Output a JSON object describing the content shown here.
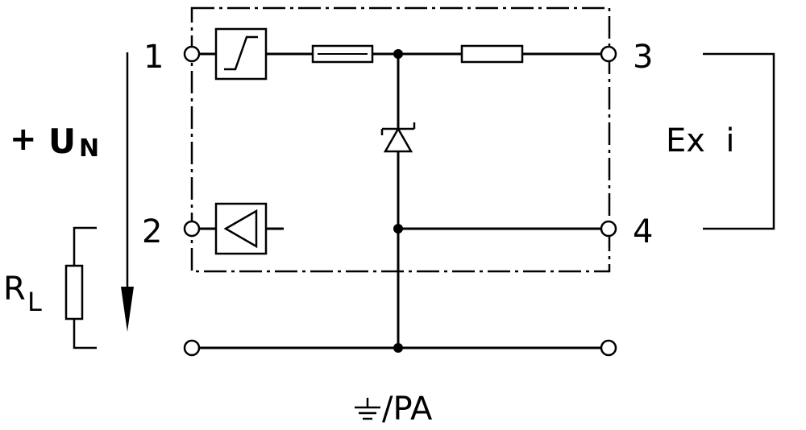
{
  "terminals": {
    "t1": "1",
    "t2": "2",
    "t3": "3",
    "t4": "4"
  },
  "labels": {
    "supply_sign": "+",
    "supply_symbol": "U",
    "supply_subscript": "N",
    "load_symbol": "R",
    "load_subscript": "L",
    "hazard_zone": "Ex  i",
    "ground": "/PA"
  },
  "colors": {
    "line": "#000000",
    "background": "#ffffff"
  }
}
